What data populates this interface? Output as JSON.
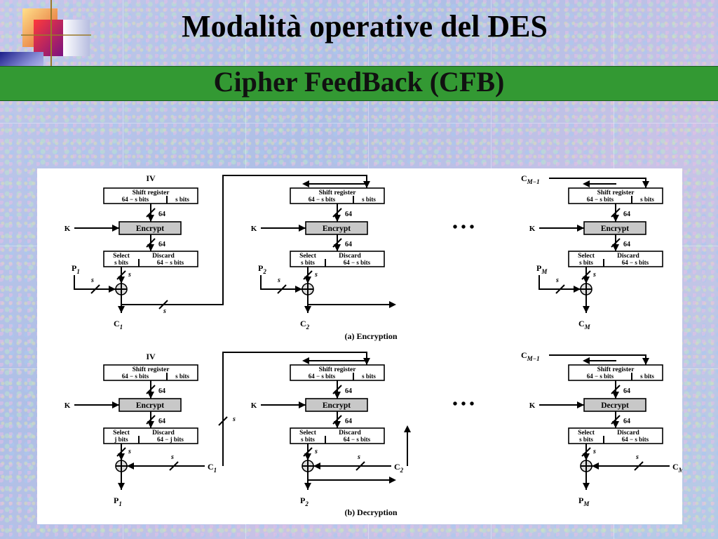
{
  "slide": {
    "title": "Modalità operative del DES",
    "subtitle": "Cipher FeedBack (CFB)"
  },
  "diagram": {
    "encryption_caption": "(a) Encryption",
    "decryption_caption": "(b) Decryption",
    "iv_label": "IV",
    "cm1_label": "C",
    "cm1_sub": "M−1",
    "key_label": "K",
    "shift_register_label": "Shift register",
    "shift_left_bits": "64 − s bits",
    "shift_right_bits": "s bits",
    "encrypt_label": "Encrypt",
    "decrypt_label": "Decrypt",
    "select_label": "Select",
    "discard_label": "Discard",
    "select_bits": "s bits",
    "select_bits_j": "j bits",
    "discard_bits": "64 − s bits",
    "discard_bits_j": "64 − j bits",
    "bus_64": "64",
    "bus_s": "s",
    "ellipsis": "•   •   •",
    "p_label": "P",
    "c_label": "C",
    "sub_1": "1",
    "sub_2": "2",
    "sub_m": "M"
  }
}
